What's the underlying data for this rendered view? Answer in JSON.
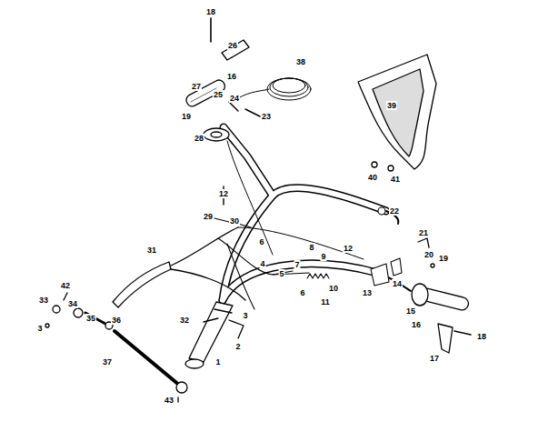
{
  "diagram": {
    "labels": [
      "18",
      "26",
      "38",
      "16",
      "27",
      "25",
      "24",
      "19",
      "23",
      "39",
      "28",
      "40",
      "41",
      "12",
      "22",
      "29",
      "30",
      "6",
      "21",
      "12",
      "8",
      "20",
      "9",
      "19",
      "31",
      "4",
      "7",
      "14",
      "5",
      "6",
      "10",
      "42",
      "13",
      "11",
      "33",
      "15",
      "34",
      "32",
      "3",
      "35",
      "16",
      "36",
      "3",
      "2",
      "17",
      "18",
      "1",
      "37",
      "43"
    ]
  }
}
